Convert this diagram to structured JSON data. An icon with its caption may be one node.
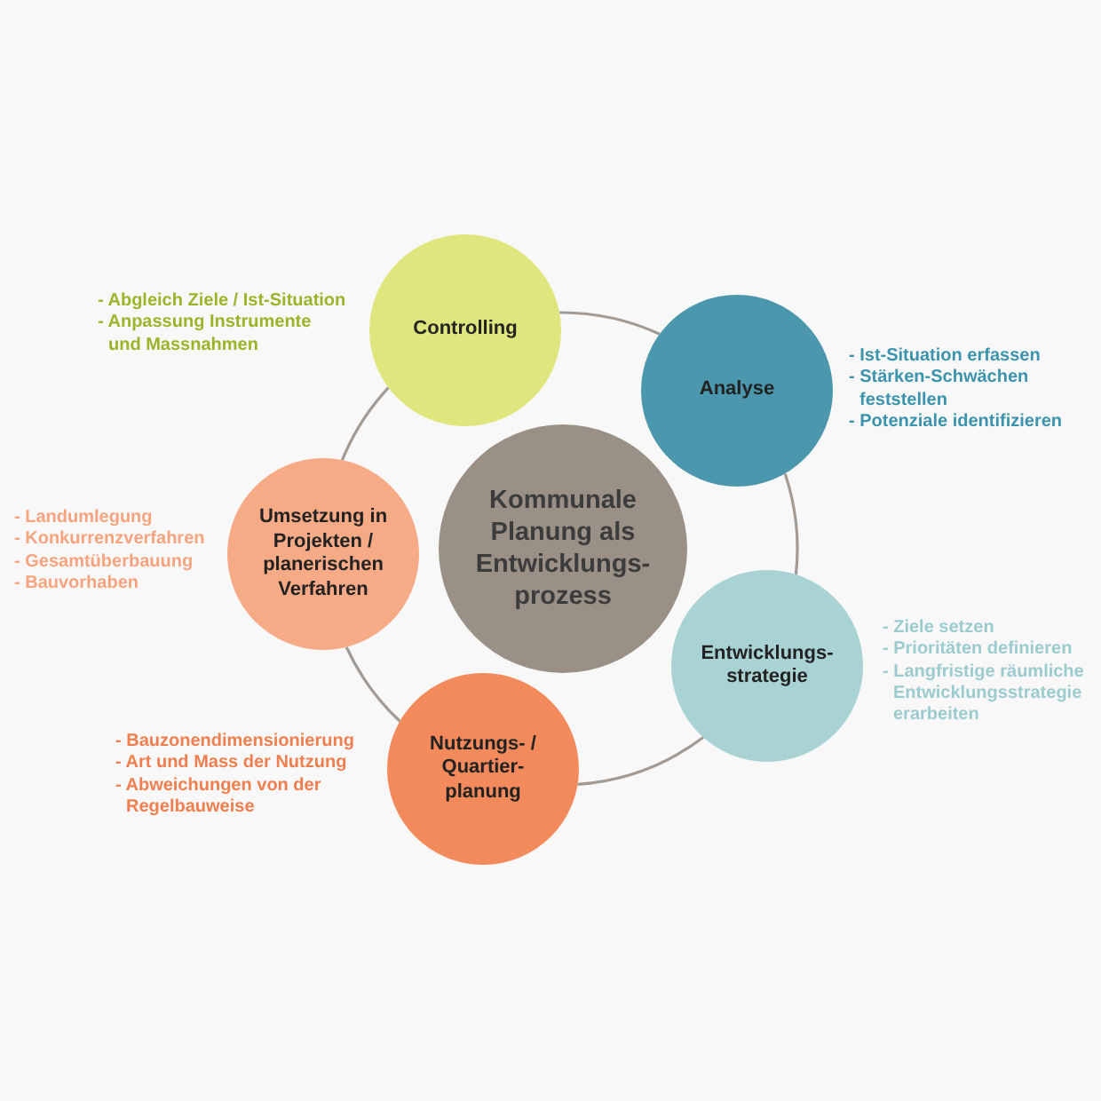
{
  "diagram": {
    "nodes": [
      {
        "text": [
          "Kommunale Planung als Entwicklungs- prozess"
        ]
      },
      {
        "text": [
          "Controlling"
        ],
        "beside": [
          "- Abgleich Ziele / Ist-Situation",
          "- Anpassung Instrumente und Massnahmen"
        ]
      },
      {
        "text": [
          "Analyse"
        ],
        "beside": [
          "- Ist-Situation erfassen",
          "- Stärken-Schwächen feststellen",
          "- Potenziale identifizieren"
        ]
      },
      {
        "text": [
          "Entwicklungs- strategie"
        ],
        "beside": [
          "- Ziele setzen",
          "- Prioritäten definieren",
          "- Langfristige räumliche Entwicklungsstrategie erarbeiten"
        ]
      },
      {
        "text": [
          "Nutzungs- / Quartier- planung"
        ],
        "beside": [
          "- Bauzonendimensionierung",
          "- Art und Mass der Nutzung",
          "- Abweichungen von der Regelbauweise"
        ]
      },
      {
        "text": [
          "Umsetzung in Projekten / planerischen Verfahren"
        ],
        "beside": [
          "- Landumlegung",
          "- Konkurrenzverfahren",
          "- Gesamtüberbauung",
          "- Bauvorhaben"
        ]
      }
    ],
    "edges": [
      {
        "from": 1,
        "to": 2,
        "arrow": "none"
      },
      {
        "from": 2,
        "to": 3,
        "arrow": "none"
      },
      {
        "from": 3,
        "to": 4,
        "arrow": "none"
      },
      {
        "from": 4,
        "to": 5,
        "arrow": "none"
      },
      {
        "from": 5,
        "to": 1,
        "arrow": "none"
      }
    ]
  }
}
